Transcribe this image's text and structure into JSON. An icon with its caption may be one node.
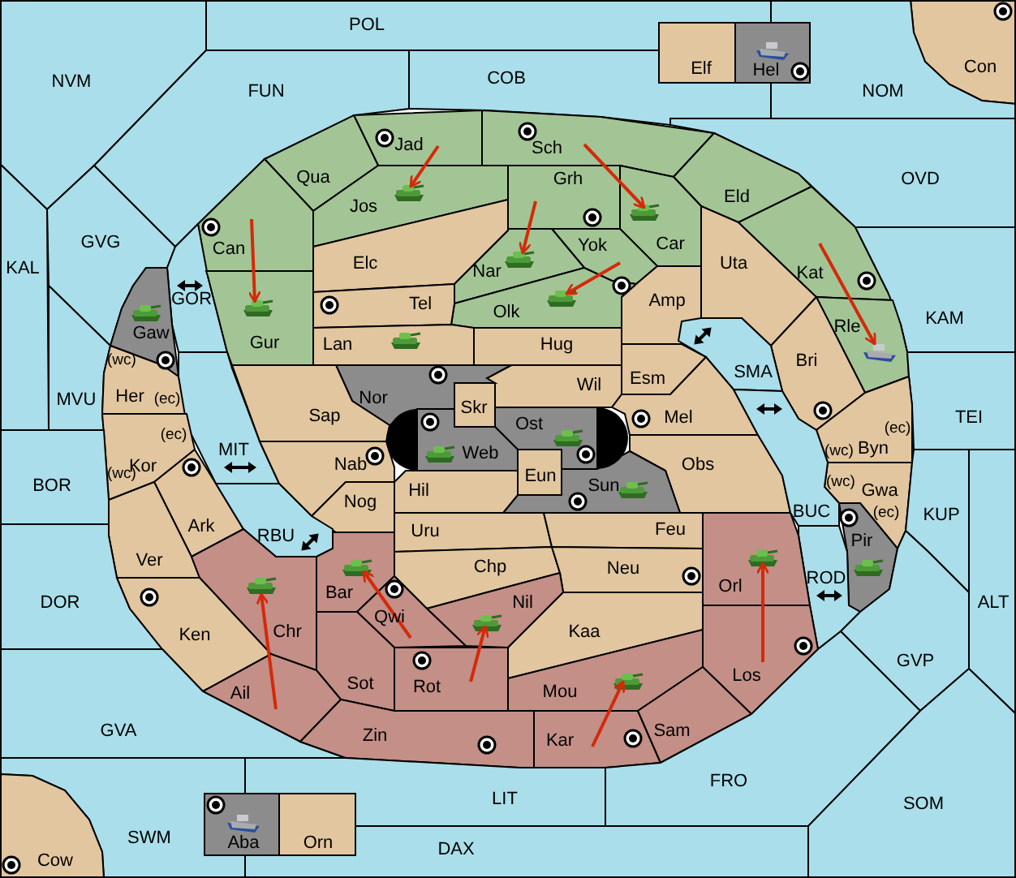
{
  "diagram": {
    "nodes": [
      {
        "text": [
          "POL"
        ]
      },
      {
        "text": [
          "Elf"
        ]
      },
      {
        "text": [
          "Hel"
        ]
      },
      {
        "text": [
          "Con"
        ]
      },
      {
        "text": [
          "COB"
        ]
      },
      {
        "text": [
          "NVM"
        ]
      },
      {
        "text": [
          "FUN"
        ]
      },
      {
        "text": [
          "NOM"
        ]
      },
      {
        "text": [
          "Jad"
        ]
      },
      {
        "text": [
          "Sch"
        ]
      },
      {
        "text": [
          "Qua"
        ]
      },
      {
        "text": [
          "OVD"
        ]
      },
      {
        "text": [
          "Grh"
        ]
      },
      {
        "text": [
          "Eld"
        ]
      },
      {
        "text": [
          "Jos"
        ]
      },
      {
        "text": [
          "Car"
        ]
      },
      {
        "text": [
          "Can"
        ]
      },
      {
        "text": [
          "Yok"
        ]
      },
      {
        "text": [
          "GVG"
        ]
      },
      {
        "text": [
          "Elc"
        ]
      },
      {
        "text": [
          "Uta"
        ]
      },
      {
        "text": [
          "KAL"
        ]
      },
      {
        "text": [
          "Nar"
        ]
      },
      {
        "text": [
          "Kat"
        ]
      },
      {
        "text": [
          "Amp"
        ]
      },
      {
        "text": [
          "GOR"
        ]
      },
      {
        "text": [
          "Olk"
        ]
      },
      {
        "text": [
          "Tel"
        ]
      },
      {
        "text": [
          "KAM"
        ]
      },
      {
        "text": [
          "Rle"
        ]
      },
      {
        "text": [
          "Gaw"
        ]
      },
      {
        "text": [
          "Gur"
        ]
      },
      {
        "text": [
          "Lan"
        ]
      },
      {
        "text": [
          "Hug"
        ]
      },
      {
        "text": [
          "Bri"
        ]
      },
      {
        "text": [
          "SMA"
        ]
      },
      {
        "text": [
          "Esm"
        ]
      },
      {
        "text": [
          "Wil"
        ]
      },
      {
        "text": [
          "MVU"
        ]
      },
      {
        "text": [
          "(wc)",
          "Her",
          "(ec)"
        ]
      },
      {
        "text": [
          "Nor"
        ]
      },
      {
        "text": [
          "Sap"
        ]
      },
      {
        "text": [
          "Skr"
        ]
      },
      {
        "text": [
          "Mel"
        ]
      },
      {
        "text": [
          "Ost"
        ]
      },
      {
        "text": [
          "TEI"
        ]
      },
      {
        "text": [
          "(ec)",
          "(wc)",
          "Byn"
        ]
      },
      {
        "text": [
          "MIT"
        ]
      },
      {
        "text": [
          "Web"
        ]
      },
      {
        "text": [
          "(ec)",
          "Kor",
          "(wc)"
        ]
      },
      {
        "text": [
          "Nab"
        ]
      },
      {
        "text": [
          "Obs"
        ]
      },
      {
        "text": [
          "Eun"
        ]
      },
      {
        "text": [
          "Sun"
        ]
      },
      {
        "text": [
          "Hil"
        ]
      },
      {
        "text": [
          "Nog"
        ]
      },
      {
        "text": [
          "BOR"
        ]
      },
      {
        "text": [
          "Gwa",
          "(wc)",
          "(ec)"
        ]
      },
      {
        "text": [
          "BUC"
        ]
      },
      {
        "text": [
          "Ark"
        ]
      },
      {
        "text": [
          "Uru"
        ]
      },
      {
        "text": [
          "Feu"
        ]
      },
      {
        "text": [
          "RBU"
        ]
      },
      {
        "text": [
          "KUP"
        ]
      },
      {
        "text": [
          "Pir"
        ]
      },
      {
        "text": [
          "Chp"
        ]
      },
      {
        "text": [
          "Ver"
        ]
      },
      {
        "text": [
          "Neu"
        ]
      },
      {
        "text": [
          "ROD"
        ]
      },
      {
        "text": [
          "Orl"
        ]
      },
      {
        "text": [
          "Bar"
        ]
      },
      {
        "text": [
          "Nil"
        ]
      },
      {
        "text": [
          "ALT"
        ]
      },
      {
        "text": [
          "DOR"
        ]
      },
      {
        "text": [
          "Qwi"
        ]
      },
      {
        "text": [
          "Chr"
        ]
      },
      {
        "text": [
          "Ken"
        ]
      },
      {
        "text": [
          "Kaa"
        ]
      },
      {
        "text": [
          "GVP"
        ]
      },
      {
        "text": [
          "Los"
        ]
      },
      {
        "text": [
          "Sot"
        ]
      },
      {
        "text": [
          "Rot"
        ]
      },
      {
        "text": [
          "Mou"
        ]
      },
      {
        "text": [
          "Ail"
        ]
      },
      {
        "text": [
          "GVA"
        ]
      },
      {
        "text": [
          "Zin"
        ]
      },
      {
        "text": [
          "Kar"
        ]
      },
      {
        "text": [
          "Sam"
        ]
      },
      {
        "text": [
          "FRO"
        ]
      },
      {
        "text": [
          "LIT"
        ]
      },
      {
        "text": [
          "SOM"
        ]
      },
      {
        "text": [
          "SWM"
        ]
      },
      {
        "text": [
          "Aba"
        ]
      },
      {
        "text": [
          "Orn"
        ]
      },
      {
        "text": [
          "DAX"
        ]
      },
      {
        "text": [
          "Cow"
        ]
      }
    ],
    "edges": [
      {
        "from": 8,
        "to": 14,
        "arrow": "to"
      },
      {
        "from": 9,
        "to": 15,
        "arrow": "to"
      },
      {
        "from": 16,
        "to": 31,
        "arrow": "to"
      },
      {
        "from": 12,
        "to": 22,
        "arrow": "to"
      },
      {
        "from": 17,
        "to": 26,
        "arrow": "to"
      },
      {
        "from": 23,
        "to": 29,
        "arrow": "to"
      },
      {
        "from": 83,
        "to": 75,
        "arrow": "to"
      },
      {
        "from": 74,
        "to": 70,
        "arrow": "to"
      },
      {
        "from": 81,
        "to": 71,
        "arrow": "to"
      },
      {
        "from": 86,
        "to": 82,
        "arrow": "to"
      },
      {
        "from": 79,
        "to": 69,
        "arrow": "to"
      }
    ]
  }
}
